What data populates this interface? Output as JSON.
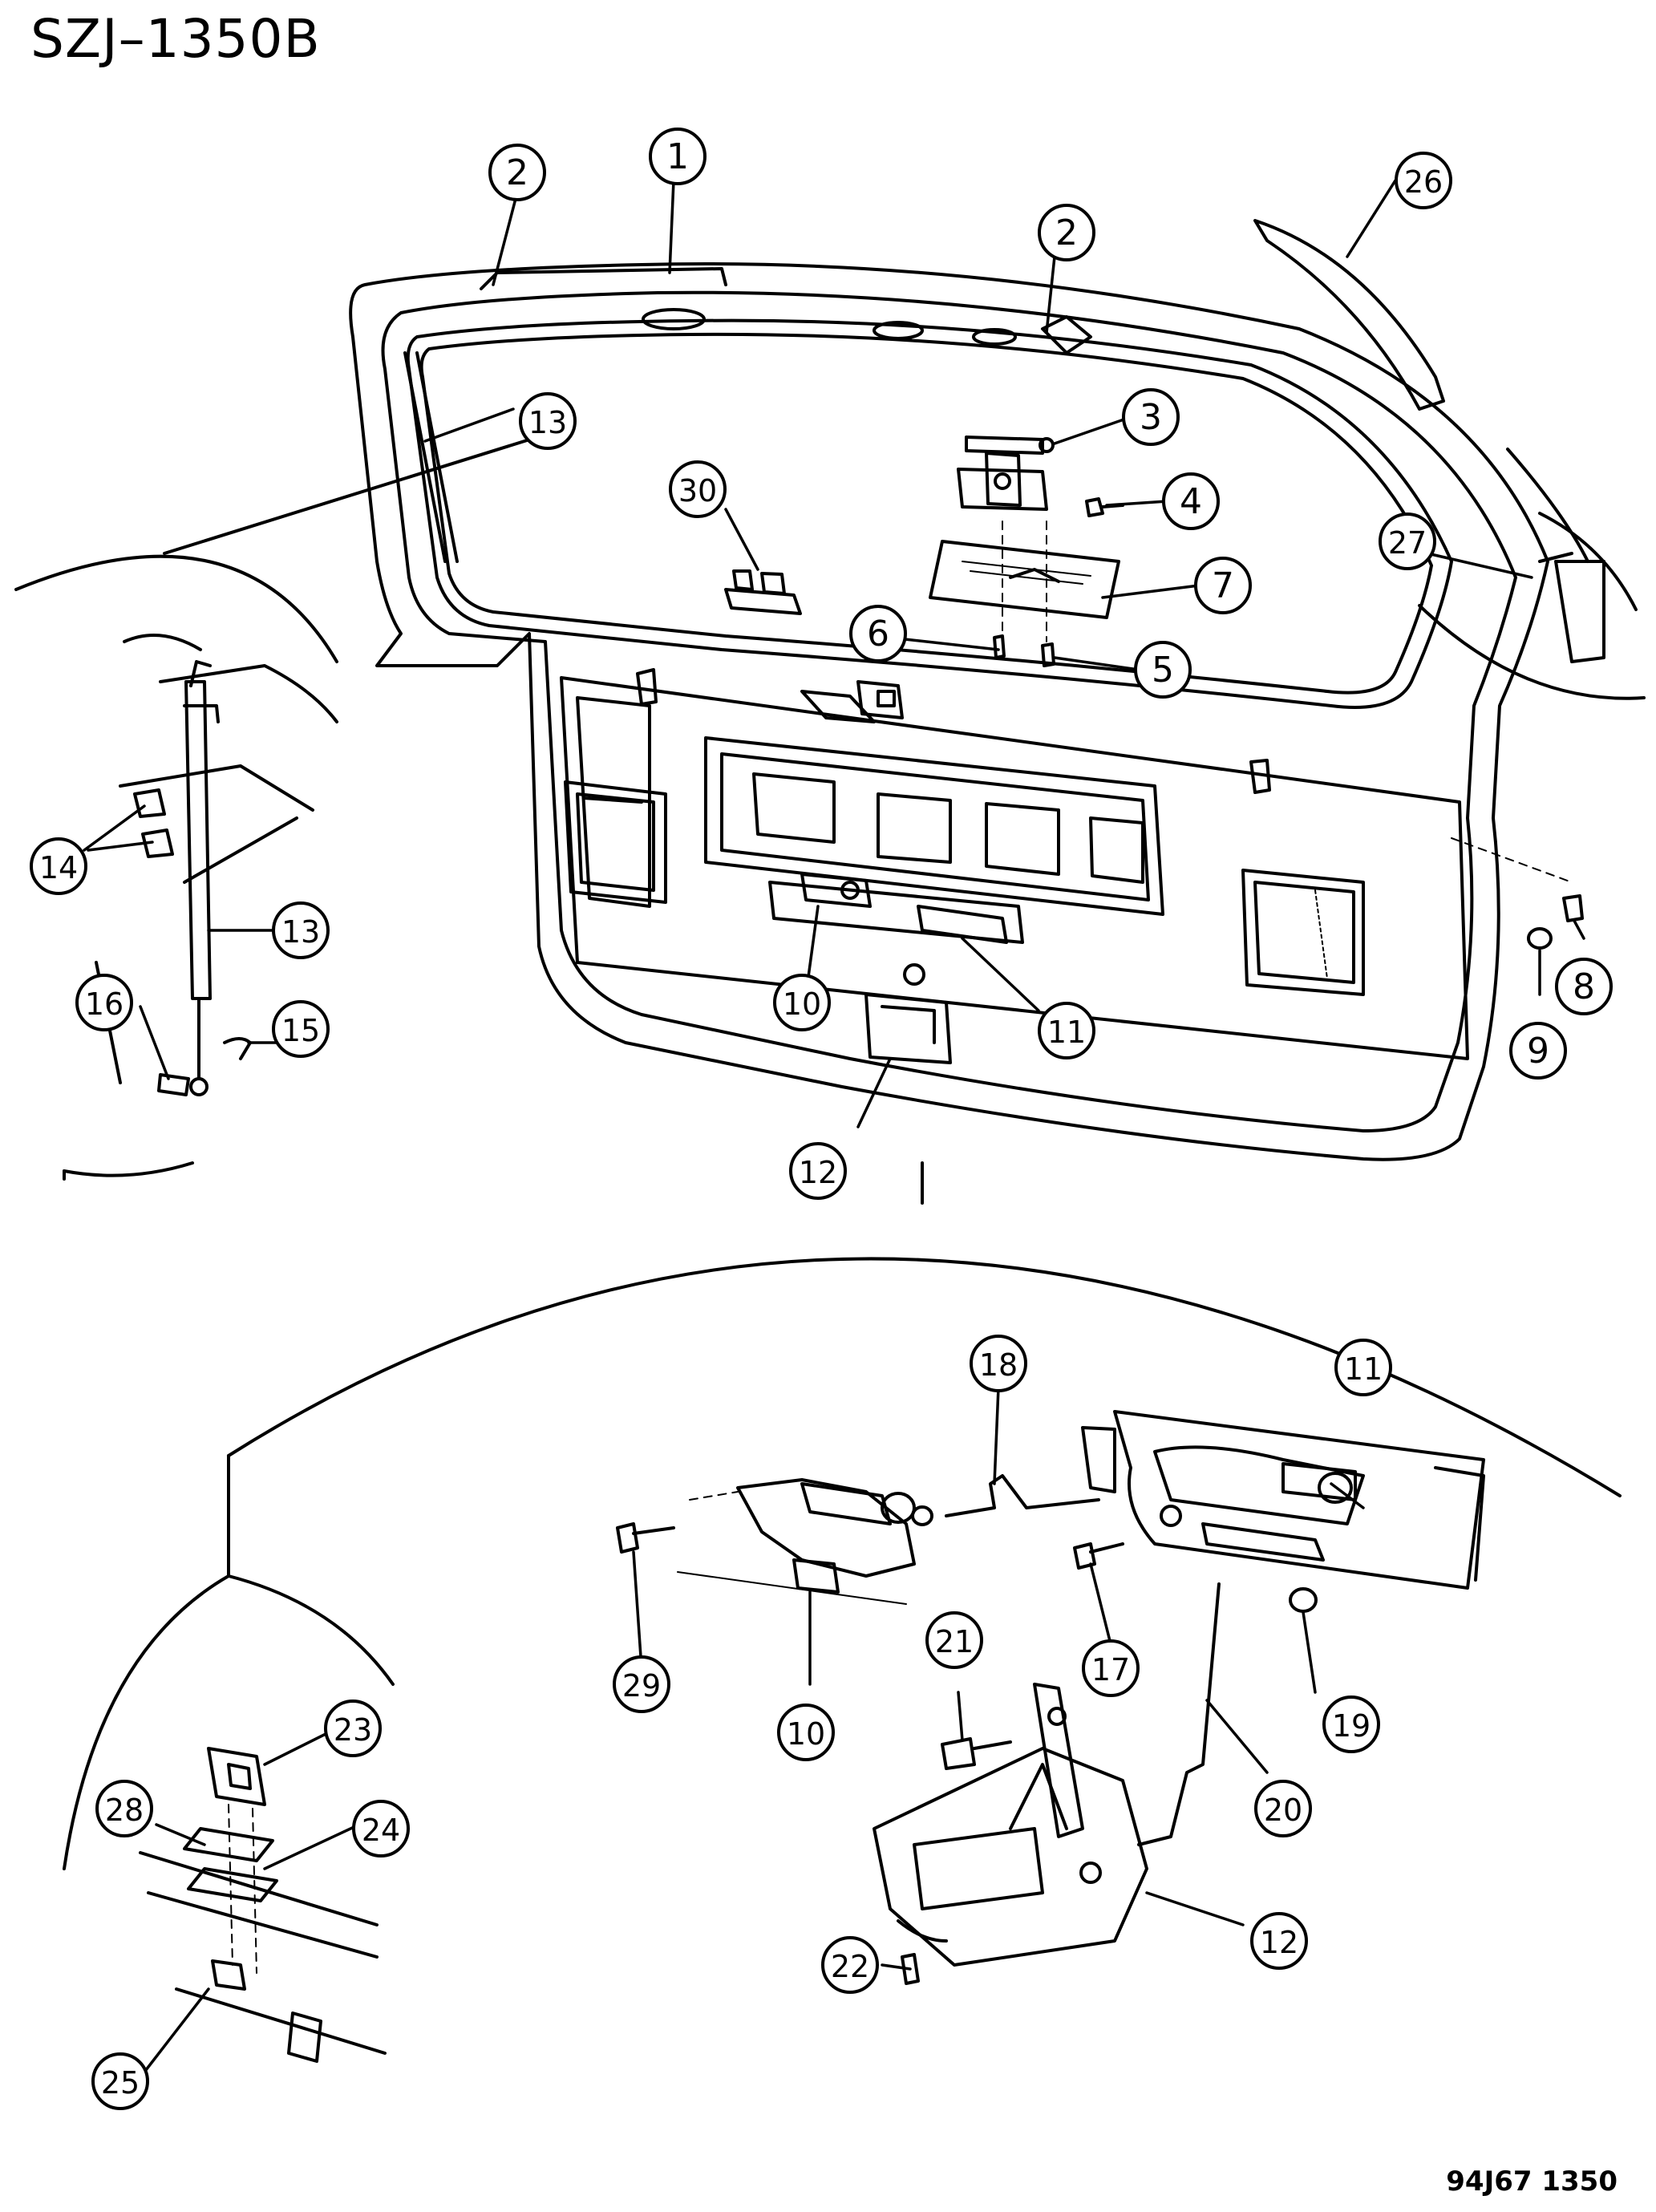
{
  "diagram": {
    "title": "SZJ–1350B",
    "drawing_code": "94J67  1350",
    "callouts": [
      {
        "id": "c1",
        "label": "1"
      },
      {
        "id": "c2a",
        "label": "2"
      },
      {
        "id": "c2b",
        "label": "2"
      },
      {
        "id": "c3",
        "label": "3"
      },
      {
        "id": "c4",
        "label": "4"
      },
      {
        "id": "c5",
        "label": "5"
      },
      {
        "id": "c6",
        "label": "6"
      },
      {
        "id": "c7",
        "label": "7"
      },
      {
        "id": "c8",
        "label": "8"
      },
      {
        "id": "c9",
        "label": "9"
      },
      {
        "id": "c10a",
        "label": "10"
      },
      {
        "id": "c11a",
        "label": "11"
      },
      {
        "id": "c12a",
        "label": "12"
      },
      {
        "id": "c13a",
        "label": "13"
      },
      {
        "id": "c13b",
        "label": "13"
      },
      {
        "id": "c14",
        "label": "14"
      },
      {
        "id": "c15",
        "label": "15"
      },
      {
        "id": "c16",
        "label": "16"
      },
      {
        "id": "c17",
        "label": "17"
      },
      {
        "id": "c18",
        "label": "18"
      },
      {
        "id": "c19",
        "label": "19"
      },
      {
        "id": "c20",
        "label": "20"
      },
      {
        "id": "c21",
        "label": "21"
      },
      {
        "id": "c22",
        "label": "22"
      },
      {
        "id": "c23",
        "label": "23"
      },
      {
        "id": "c24",
        "label": "24"
      },
      {
        "id": "c25",
        "label": "25"
      },
      {
        "id": "c26",
        "label": "26"
      },
      {
        "id": "c27",
        "label": "27"
      },
      {
        "id": "c28",
        "label": "28"
      },
      {
        "id": "c29",
        "label": "29"
      },
      {
        "id": "c10b",
        "label": "10"
      },
      {
        "id": "c11b",
        "label": "11"
      },
      {
        "id": "c12b",
        "label": "12"
      },
      {
        "id": "c30",
        "label": "30"
      }
    ]
  }
}
